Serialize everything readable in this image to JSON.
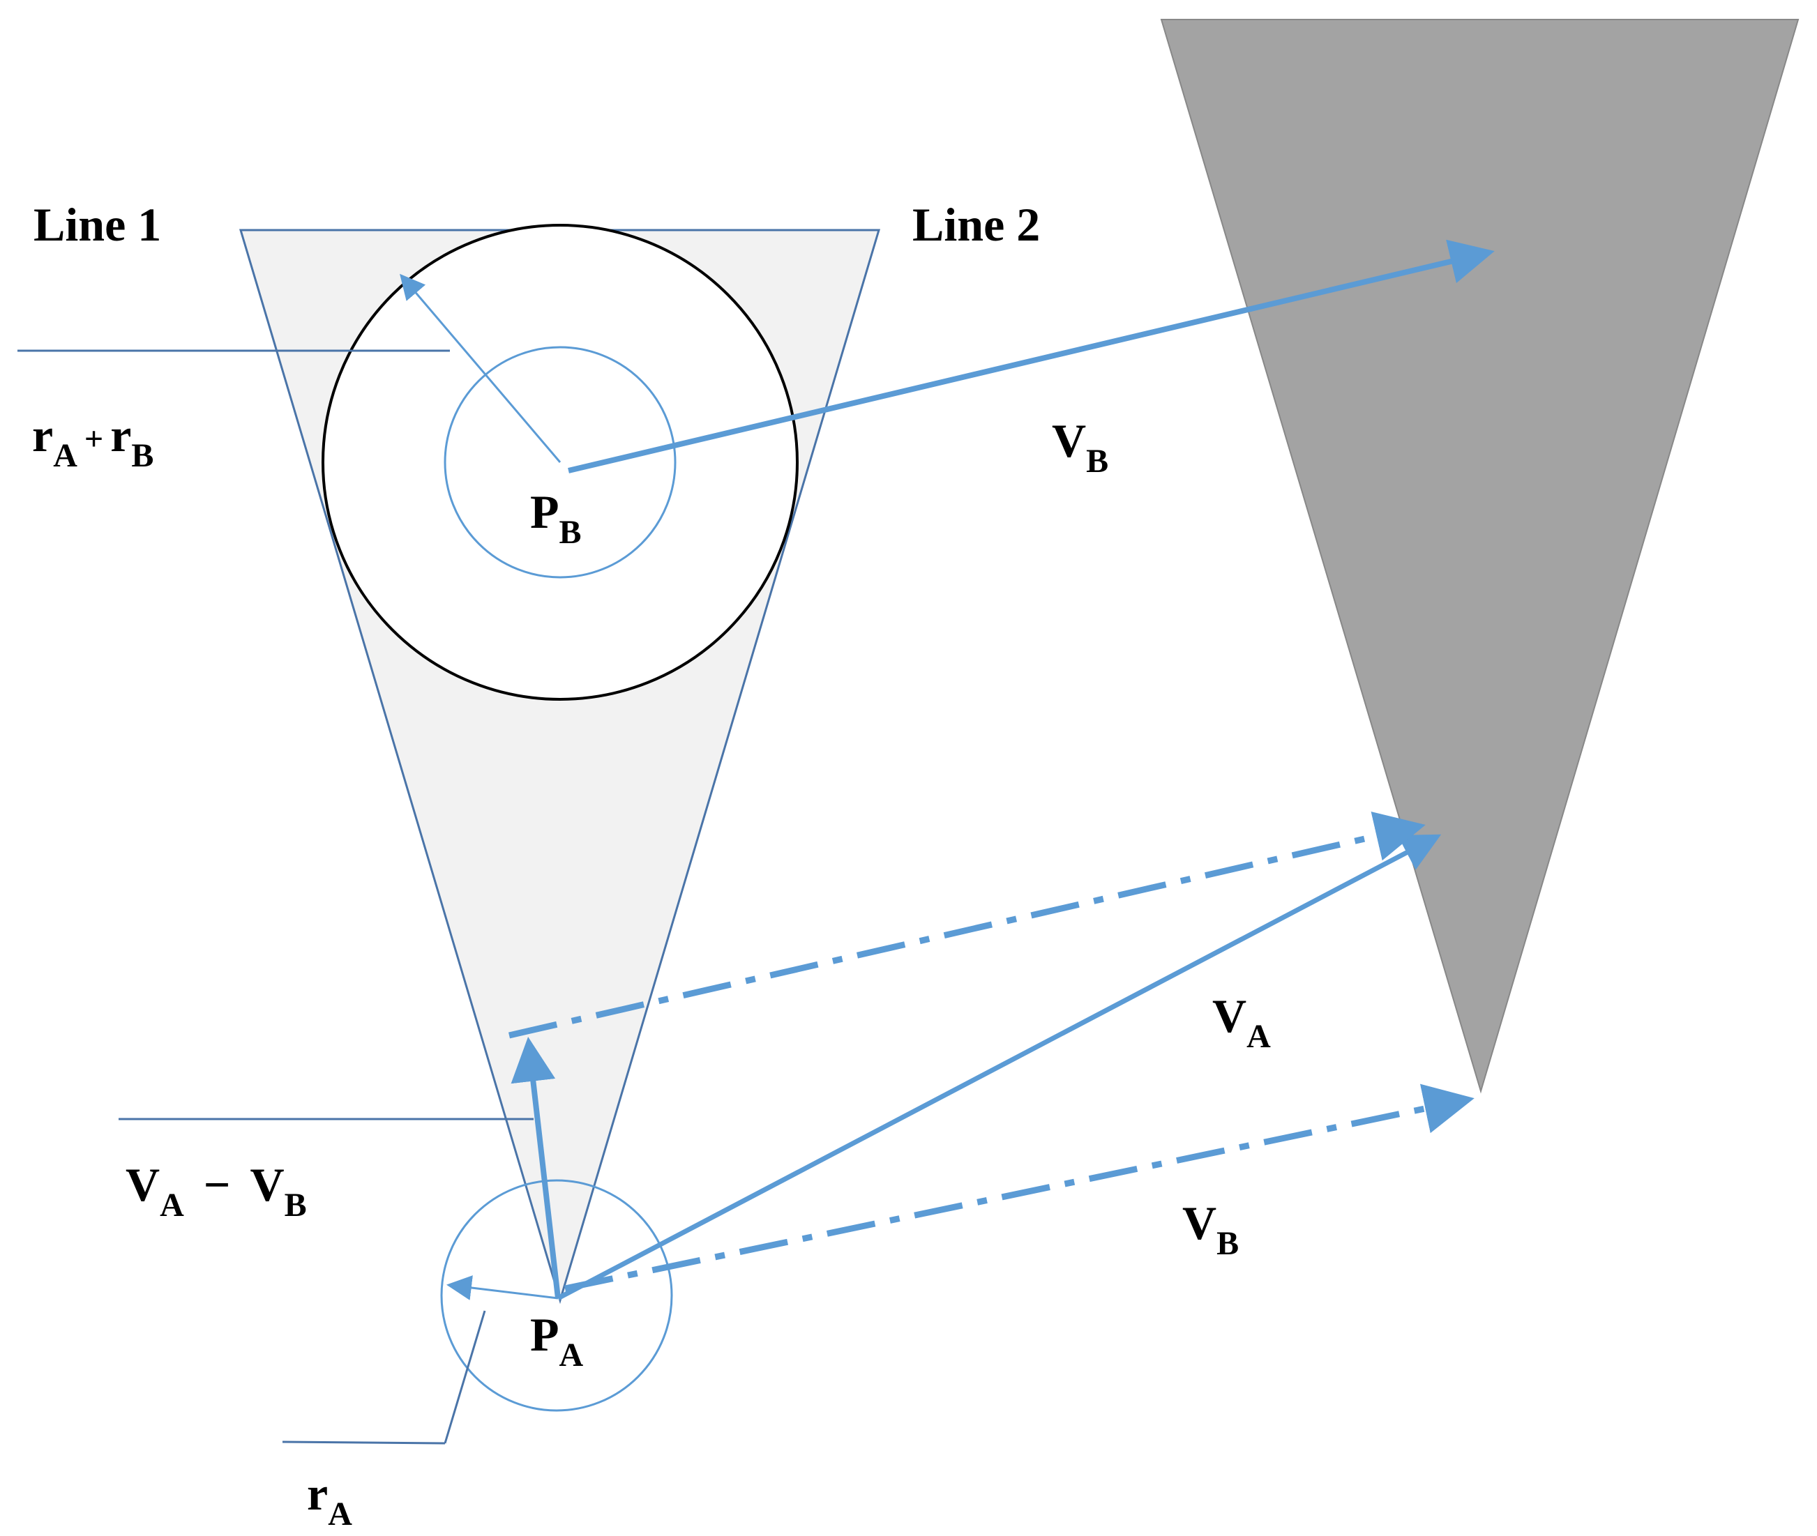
{
  "labels": {
    "line1": "Line 1",
    "line2": "Line 2",
    "sum_radius": {
      "r_a": "r",
      "r_a_sub": "A",
      "plus": "+",
      "r_b": "r",
      "r_b_sub": "B"
    },
    "pb": {
      "main": "P",
      "sub": "B"
    },
    "pa": {
      "main": "P",
      "sub": "A"
    },
    "vb_top": {
      "main": "V",
      "sub": "B"
    },
    "va": {
      "main": "V",
      "sub": "A"
    },
    "vb_bottom": {
      "main": "V",
      "sub": "B"
    },
    "relative_velocity": {
      "va": "V",
      "va_sub": "A",
      "minus": "−",
      "vb": "V",
      "vb_sub": "B"
    },
    "ra": {
      "main": "r",
      "sub": "A"
    }
  },
  "colors": {
    "cone_fill": "#f2f2f2",
    "cone_stroke": "#4a74a8",
    "shifted_cone_fill": "#a3a3a3",
    "shifted_cone_stroke": "#888888",
    "arrow": "#5b9bd5",
    "big_circle": "#000000",
    "small_circle": "#5b9bd5"
  }
}
